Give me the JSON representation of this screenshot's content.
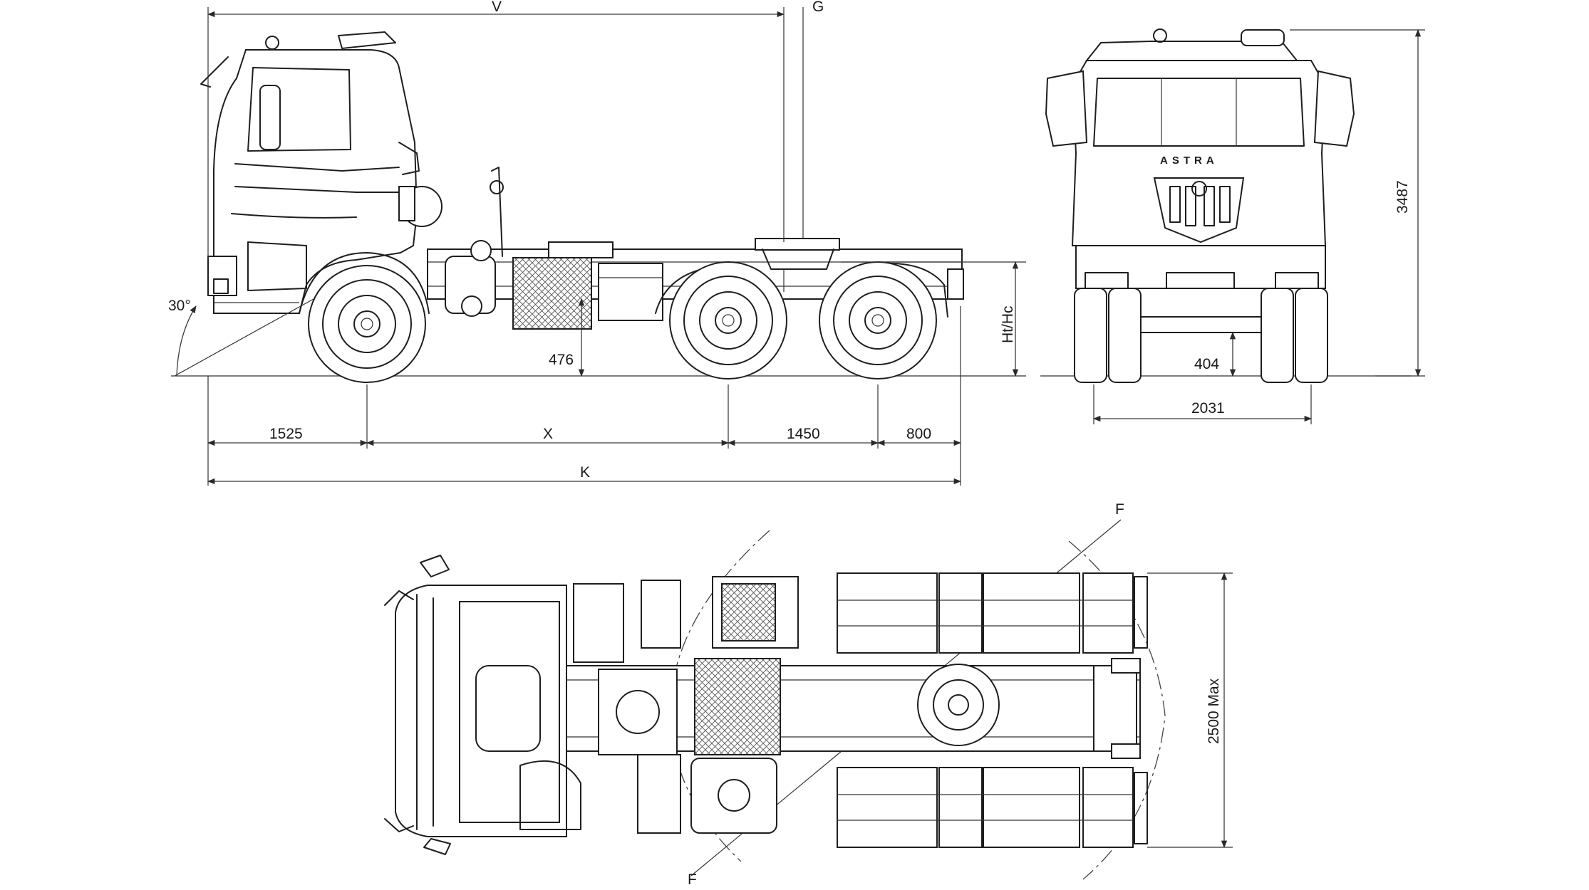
{
  "side_view": {
    "dims": {
      "V": "V",
      "G": "G",
      "angle": "30°",
      "frame_height_label": "476",
      "fifth_wheel_height": "Ht/Hc",
      "front_overhang": "1525",
      "wheelbase": "X",
      "tandem_spacing": "1450",
      "rear_overhang": "800",
      "overall_length": "K"
    }
  },
  "front_view": {
    "brand": "ASTRA",
    "dims": {
      "overall_height": "3487",
      "ground_clearance": "404",
      "track_width": "2031"
    }
  },
  "top_view": {
    "dims": {
      "max_width": "2500 Max",
      "swing_radius_start": "F",
      "swing_radius_end": "F"
    }
  }
}
